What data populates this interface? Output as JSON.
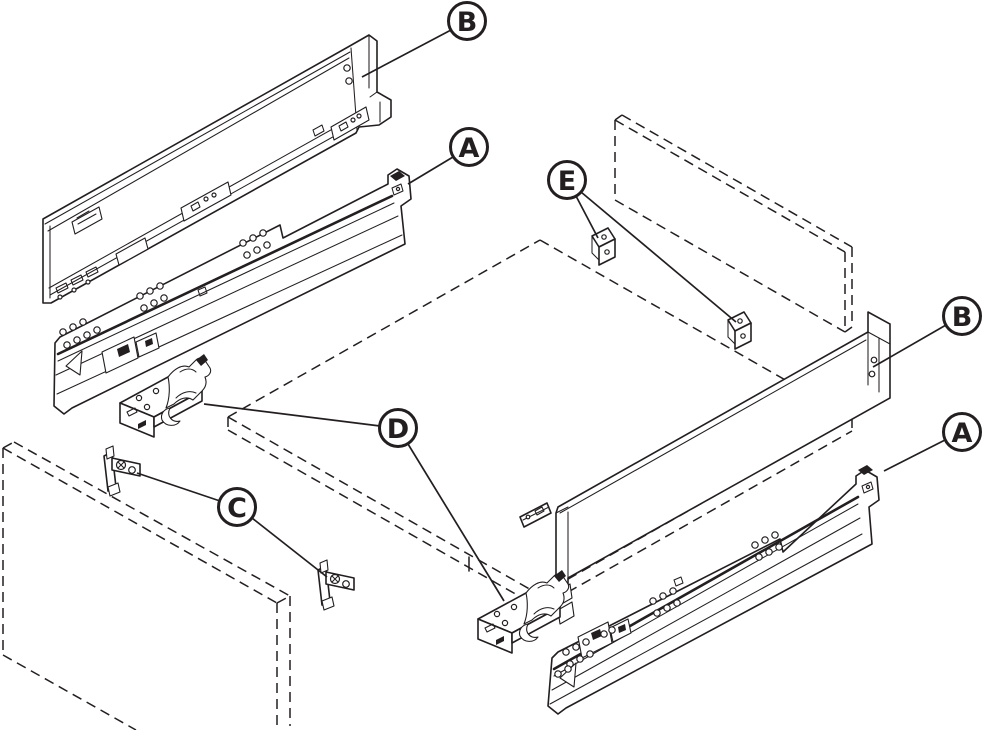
{
  "diagram": {
    "colors": {
      "line": "#231f20",
      "background": "#ffffff"
    },
    "labels": {
      "b_top": {
        "letter": "B"
      },
      "a_top": {
        "letter": "A"
      },
      "e": {
        "letter": "E"
      },
      "b_right": {
        "letter": "B"
      },
      "a_right": {
        "letter": "A"
      },
      "c": {
        "letter": "C"
      },
      "d": {
        "letter": "D"
      }
    }
  }
}
